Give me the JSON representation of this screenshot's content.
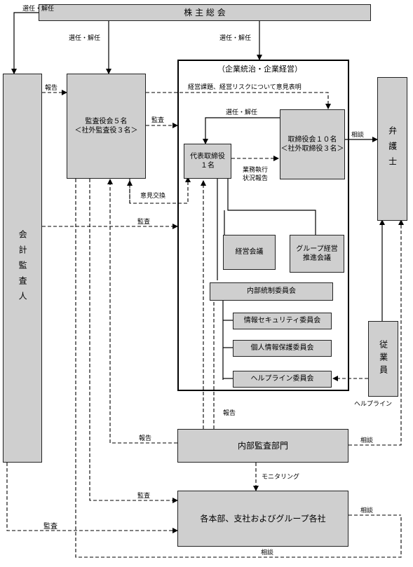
{
  "nodes": {
    "shareholders": "株 主 総 会",
    "auditor_board": "監査役会５名\n＜社外監査役３名＞",
    "governance_title": "（企業統治・企業経営）",
    "board": "取締役会１０名\n＜社外取締役３名＞",
    "president": "代表取締役\n１名",
    "mgmt_meeting": "経営会議",
    "group_meeting": "グループ経営\n推進会議",
    "internal_control": "内部統制委員会",
    "infosec": "情報セキュリティ委員会",
    "privacy": "個人情報保護委員会",
    "helpline_committee": "ヘルプライン委員会",
    "accounting_auditor": "会計監査人",
    "lawyer": "弁護士",
    "employees": "従業員",
    "internal_audit": "内部監査部門",
    "divisions": "各本部、支社およびグループ各社"
  },
  "labels": {
    "elect1": "選任・解任",
    "elect2": "選任・解任",
    "elect3": "選任・解任",
    "elect4": "選任・解任",
    "report1": "報告",
    "opinion": "経営課題、経営リスクについて意見表明",
    "audit1": "監査",
    "consult1": "相談",
    "exec_report": "業務執行\n状況報告",
    "exchange": "意見交換",
    "audit2": "監査",
    "helpline": "ヘルプライン",
    "report2": "報告",
    "report3": "報告",
    "consult2": "相談",
    "monitoring": "モニタリング",
    "audit3": "監査",
    "consult3": "相談",
    "audit4": "監査",
    "consult4": "相談"
  }
}
